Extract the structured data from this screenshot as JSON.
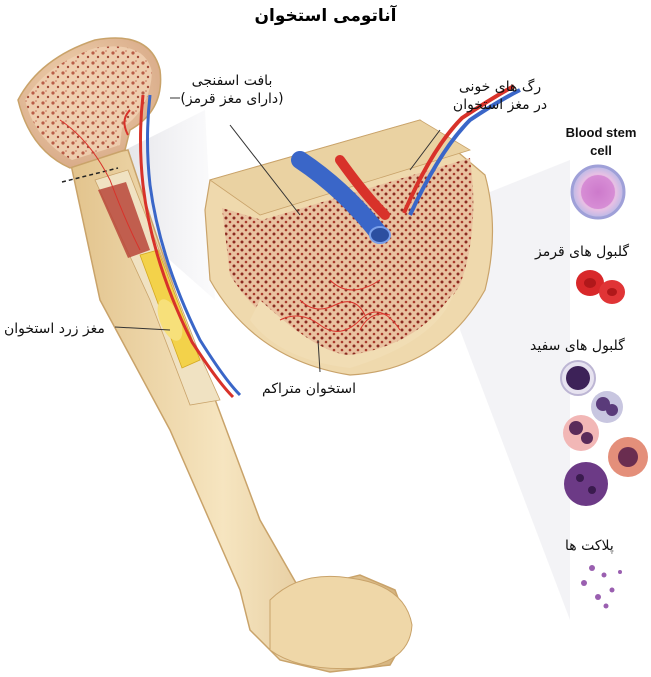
{
  "title": "آناتومی استخوان",
  "labels": {
    "spongy_tissue_line1": "بافت اسفنجی",
    "spongy_tissue_line2": "(دارای مغز قرمز)",
    "blood_vessels_line1": "رگ های خونی",
    "blood_vessels_line2": "در مغز استخوان",
    "yellow_marrow": "مغز زرد استخوان",
    "compact_bone": "استخوان متراکم",
    "blood_stem_cell_line1": "Blood stem",
    "blood_stem_cell_line2": "cell",
    "red_blood_cells": "گلبول های قرمز",
    "white_blood_cells": "گلبول های سفید",
    "platelets": "پلاکت ها"
  },
  "colors": {
    "bone": "#efd8a8",
    "bone_shadow": "#d6b67a",
    "marrow_red": "#a83a2c",
    "marrow_yellow": "#f3d24a",
    "artery": "#d8322a",
    "vein": "#3a66c8",
    "stem_cell": "#d9a6d6",
    "rbc": "#d8282a",
    "wbc_dark": "#4a2a66",
    "platelet": "#9a5fb0"
  }
}
